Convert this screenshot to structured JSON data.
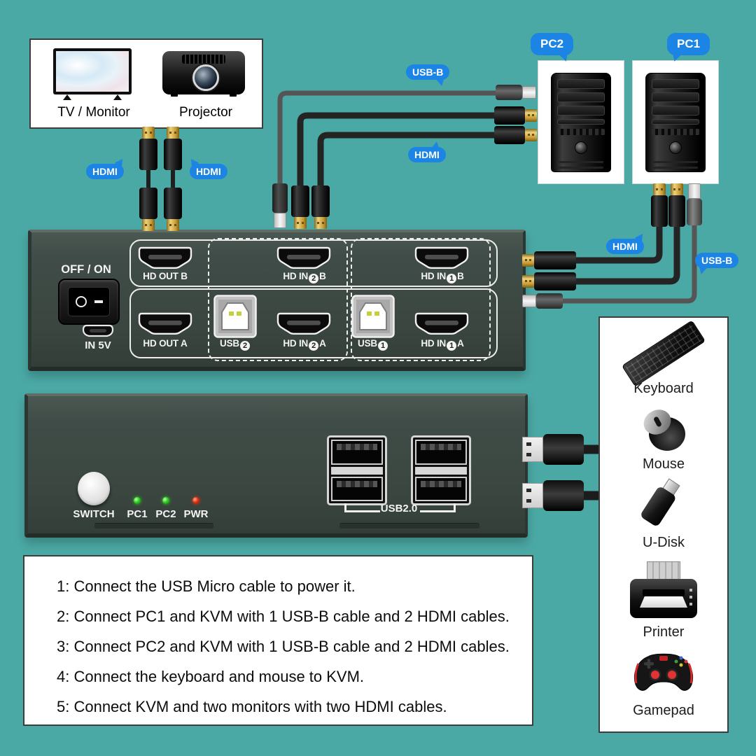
{
  "scene": {
    "title": "KVM switch connection diagram"
  },
  "colors": {
    "background": "#4BA9A5",
    "bubble_blue": "#1B84E4",
    "device_body": "#3F4B46",
    "led_green": "#2FD01F",
    "led_red": "#E03210",
    "hdmi_gold": "#D9B759"
  },
  "monitor_box": {
    "tv_label": "TV / Monitor",
    "projector_label": "Projector"
  },
  "pc_labels": {
    "pc2": "PC2",
    "pc1": "PC1"
  },
  "cable_labels": {
    "usb_b_top": "USB-B",
    "hdmi_top": "HDMI",
    "hdmi_monitor_left": "HDMI",
    "hdmi_monitor_right": "HDMI",
    "hdmi_pc1": "HDMI",
    "usb_b_pc1": "USB-B"
  },
  "kvm_back": {
    "power_switch_label": "OFF / ON",
    "power_in_label": "IN 5V",
    "ports": {
      "hd_out_b": {
        "label": "HD OUT B"
      },
      "hd_in_2b": {
        "prefix": "HD IN",
        "num": "2",
        "suffix": "B"
      },
      "hd_in_1b": {
        "prefix": "HD IN",
        "num": "1",
        "suffix": "B"
      },
      "hd_out_a": {
        "label": "HD OUT A"
      },
      "usb_2": {
        "prefix": "USB",
        "num": "2"
      },
      "hd_in_2a": {
        "prefix": "HD IN",
        "num": "2",
        "suffix": "A"
      },
      "usb_1": {
        "prefix": "USB",
        "num": "1"
      },
      "hd_in_1a": {
        "prefix": "HD IN",
        "num": "1",
        "suffix": "A"
      }
    }
  },
  "kvm_front": {
    "switch_label": "SWITCH",
    "leds": [
      {
        "label": "PC1",
        "color": "green"
      },
      {
        "label": "PC2",
        "color": "green"
      },
      {
        "label": "PWR",
        "color": "red"
      }
    ],
    "usb_ports_label": "USB2.0"
  },
  "peripherals": {
    "items": [
      {
        "label": "Keyboard",
        "icon": "keyboard-icon"
      },
      {
        "label": "Mouse",
        "icon": "mouse-icon"
      },
      {
        "label": "U-Disk",
        "icon": "udisk-icon"
      },
      {
        "label": "Printer",
        "icon": "printer-icon"
      },
      {
        "label": "Gamepad",
        "icon": "gamepad-icon"
      }
    ]
  },
  "instructions": {
    "lines": [
      "1: Connect the USB Micro cable to power it.",
      "2: Connect PC1 and KVM with 1 USB-B cable and 2 HDMI cables.",
      "3: Connect PC2 and KVM with 1 USB-B cable and 2 HDMI cables.",
      "4: Connect the keyboard and mouse to KVM.",
      "5: Connect KVM and two monitors with two HDMI cables."
    ]
  }
}
